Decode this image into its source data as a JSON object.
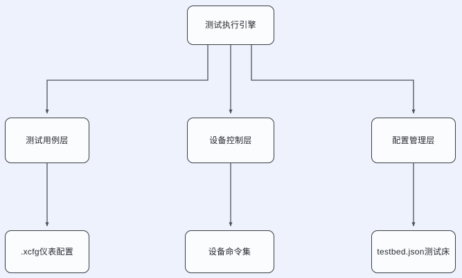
{
  "diagram": {
    "type": "flowchart",
    "title": "",
    "background_color": "#eef2fc",
    "node_fill_color": "#fbfcfe",
    "node_border_color": "#393d42",
    "edge_color": "#4a5058",
    "text_color": "#24292e",
    "levels": 3,
    "nodes": [
      {
        "id": "root",
        "label": "测试执行引擎",
        "level": 1,
        "column": "center"
      },
      {
        "id": "testcase",
        "label": "测试用例层",
        "level": 2,
        "column": "left"
      },
      {
        "id": "device",
        "label": "设备控制层",
        "level": 2,
        "column": "center"
      },
      {
        "id": "config",
        "label": "配置管理层",
        "level": 2,
        "column": "right"
      },
      {
        "id": "xcfg",
        "label": ".xcfg仪表配置",
        "level": 3,
        "column": "left"
      },
      {
        "id": "cmdset",
        "label": "设备命令集",
        "level": 3,
        "column": "center"
      },
      {
        "id": "testbed",
        "label": "testbed.json测试床",
        "level": 3,
        "column": "right"
      }
    ],
    "edges": [
      {
        "from": "root",
        "to": "testcase",
        "style": "elbow",
        "arrow": "end"
      },
      {
        "from": "root",
        "to": "device",
        "style": "straight",
        "arrow": "end"
      },
      {
        "from": "root",
        "to": "config",
        "style": "elbow",
        "arrow": "end"
      },
      {
        "from": "testcase",
        "to": "xcfg",
        "style": "straight",
        "arrow": "end"
      },
      {
        "from": "device",
        "to": "cmdset",
        "style": "straight",
        "arrow": "end"
      },
      {
        "from": "config",
        "to": "testbed",
        "style": "straight",
        "arrow": "end"
      }
    ]
  }
}
